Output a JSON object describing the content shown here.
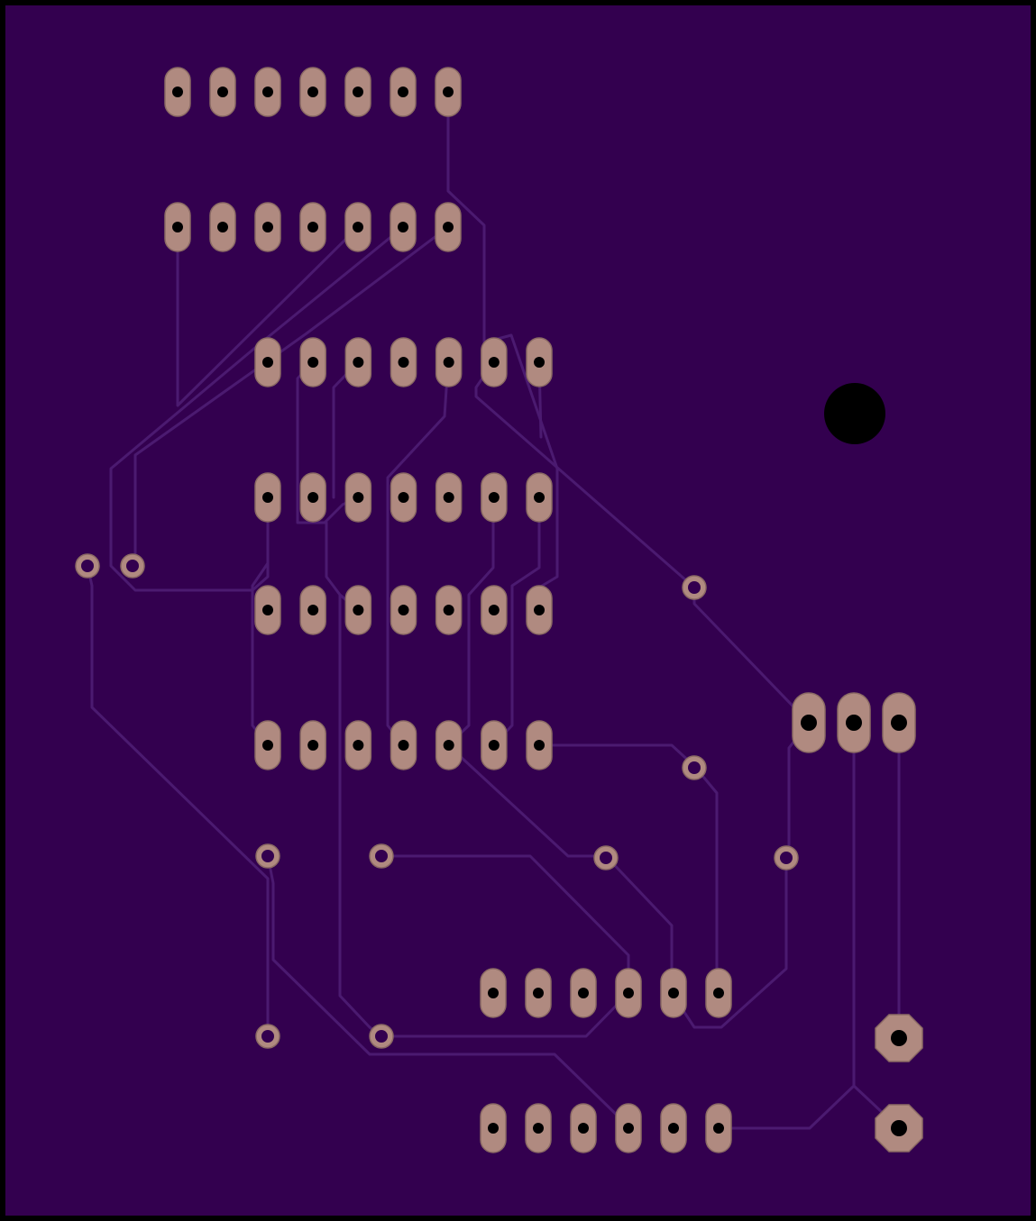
{
  "board": {
    "colors": {
      "outline": "#000000",
      "substrate": "#33004f",
      "trace": "#4b1a70",
      "pad": "#b08a80",
      "pad_edge": "#8b6a64",
      "drill": "#000000",
      "via_ring": "#b08a80"
    },
    "shapes": {
      "oval_pad": "long-oval",
      "header_pad": "long-oval",
      "terminal_pad": "octagon",
      "via": "round-via",
      "mount_hole": "round-hole"
    }
  }
}
